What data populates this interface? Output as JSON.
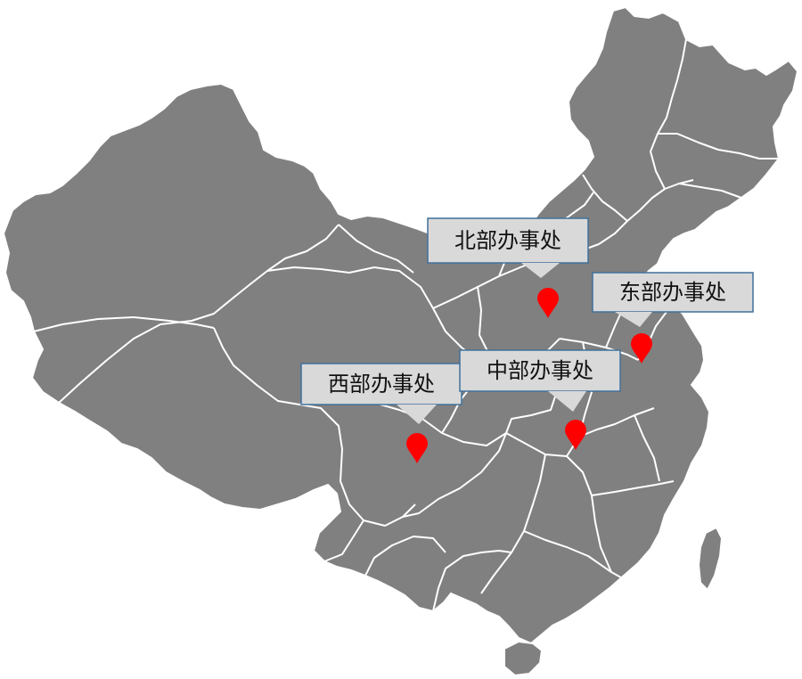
{
  "map": {
    "land_color": "#808080",
    "border_color": "#ffffff",
    "marker_color": "#ff0000",
    "callout_fill": "#d9d9d9",
    "callout_stroke": "#41719c"
  },
  "offices": [
    {
      "id": "north",
      "label": "北部办事处"
    },
    {
      "id": "east",
      "label": "东部办事处"
    },
    {
      "id": "west",
      "label": "西部办事处"
    },
    {
      "id": "central",
      "label": "中部办事处"
    }
  ]
}
